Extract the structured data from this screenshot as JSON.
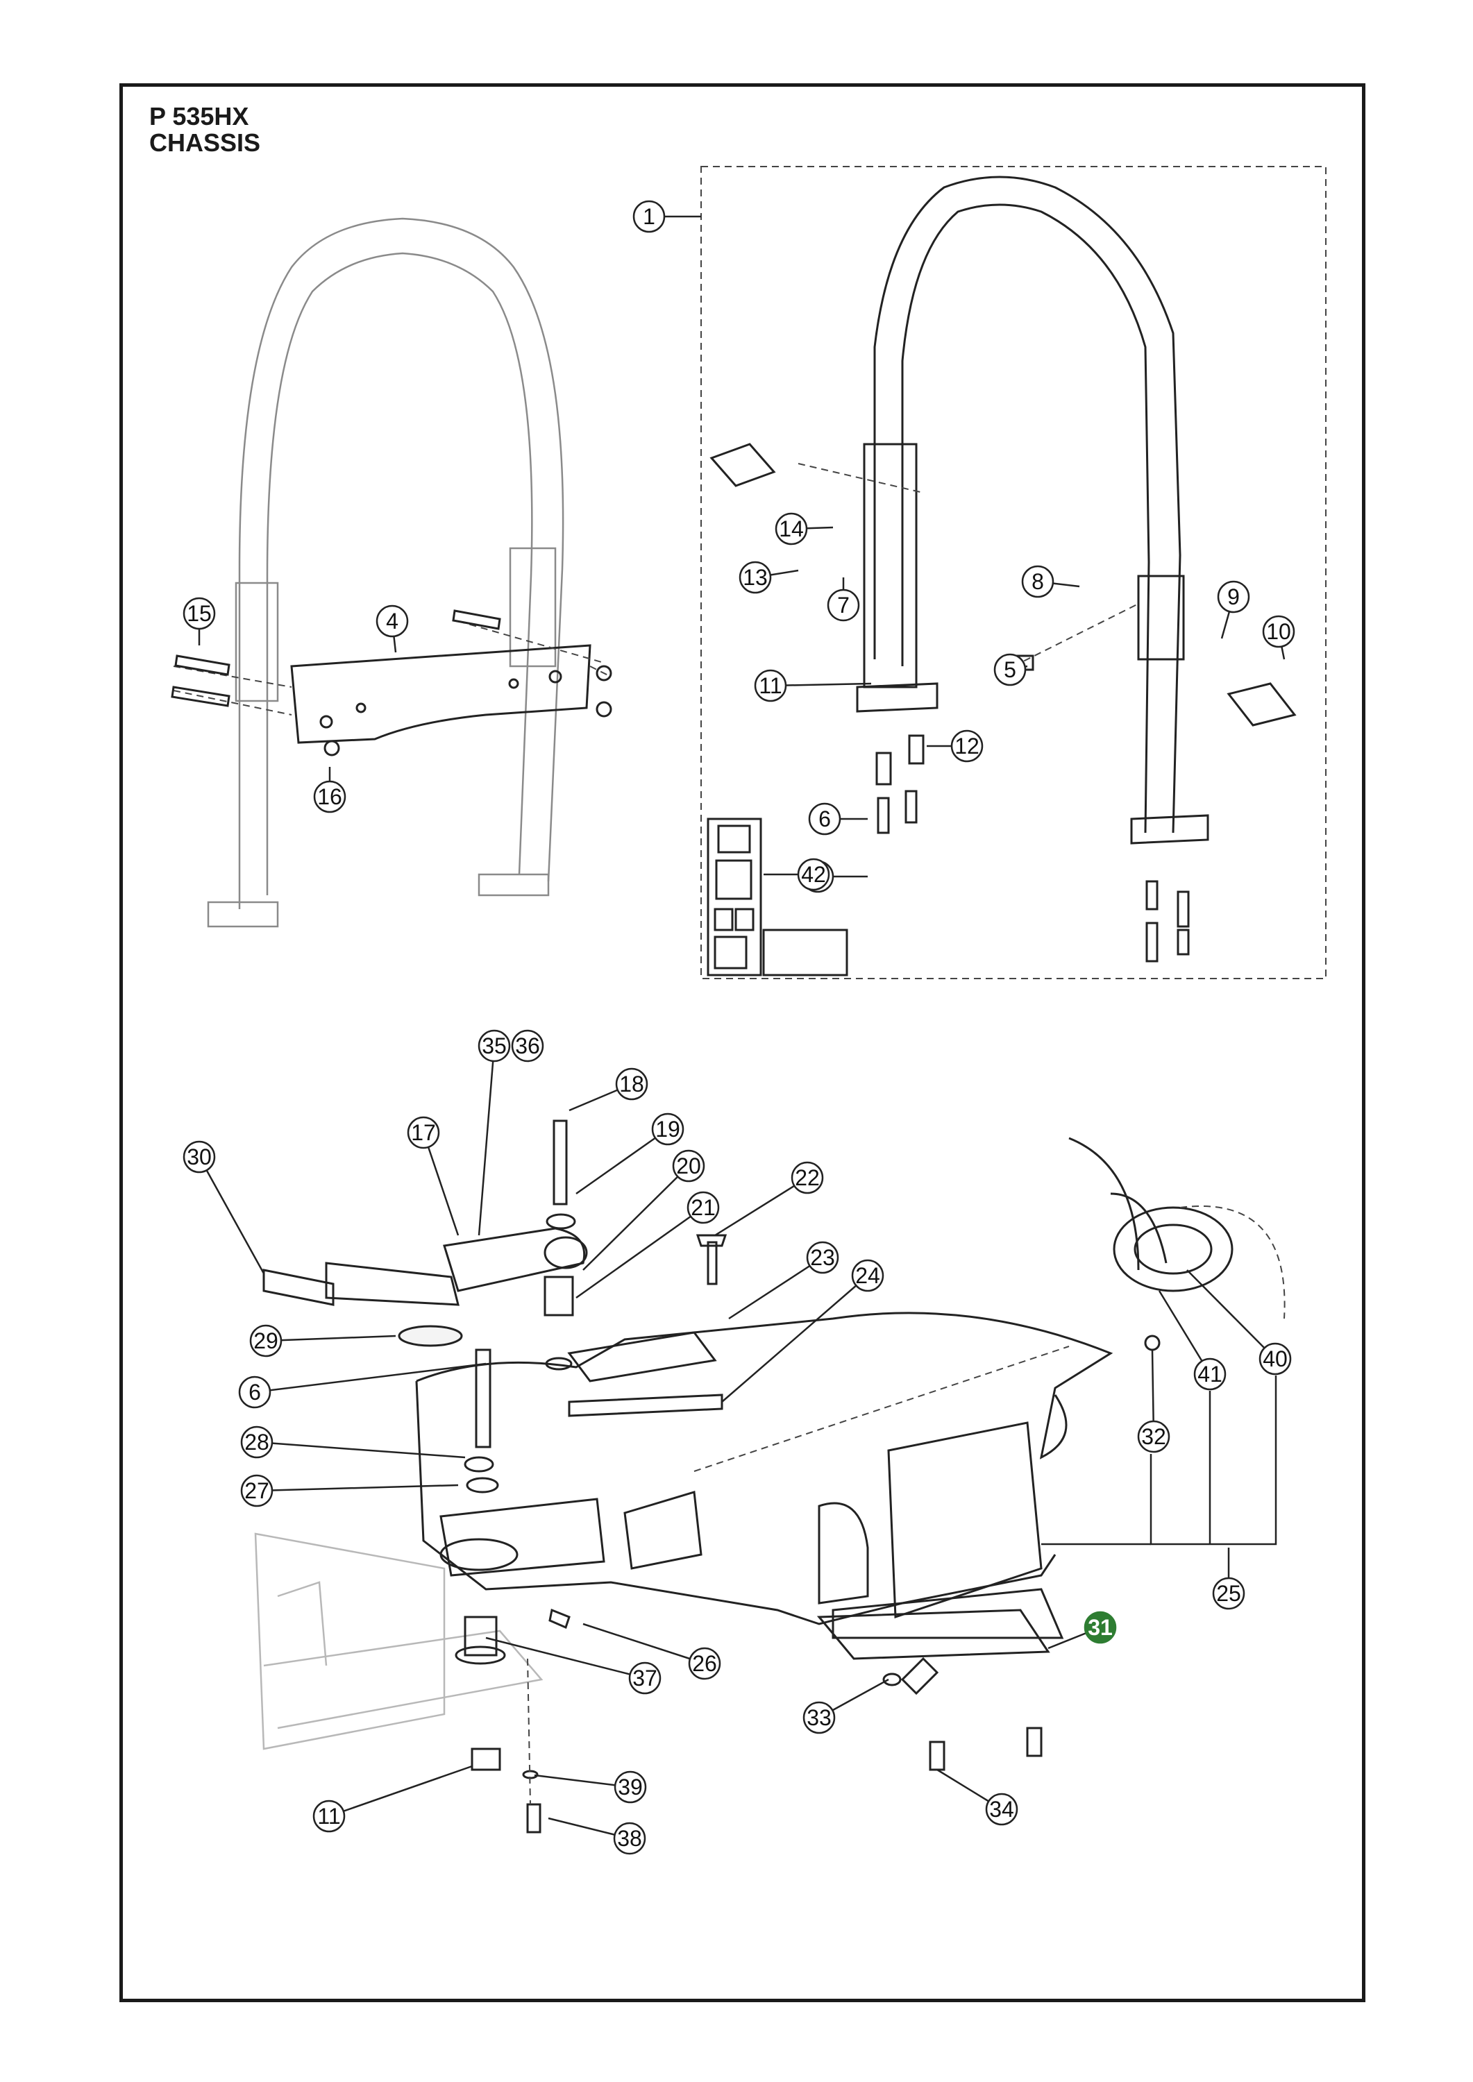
{
  "header": {
    "model": "P 535HX",
    "section": "CHASSIS"
  },
  "highlight": {
    "part": "31",
    "color": "#2e7d32"
  },
  "callouts": [
    "1",
    "4",
    "5",
    "6",
    "7",
    "8",
    "9",
    "10",
    "11",
    "12",
    "13",
    "14",
    "15",
    "16",
    "6",
    "42",
    "35",
    "36",
    "18",
    "17",
    "19",
    "30",
    "20",
    "22",
    "21",
    "23",
    "24",
    "29",
    "6",
    "28",
    "27",
    "40",
    "41",
    "32",
    "25",
    "31",
    "26",
    "37",
    "33",
    "39",
    "11",
    "38",
    "34"
  ]
}
